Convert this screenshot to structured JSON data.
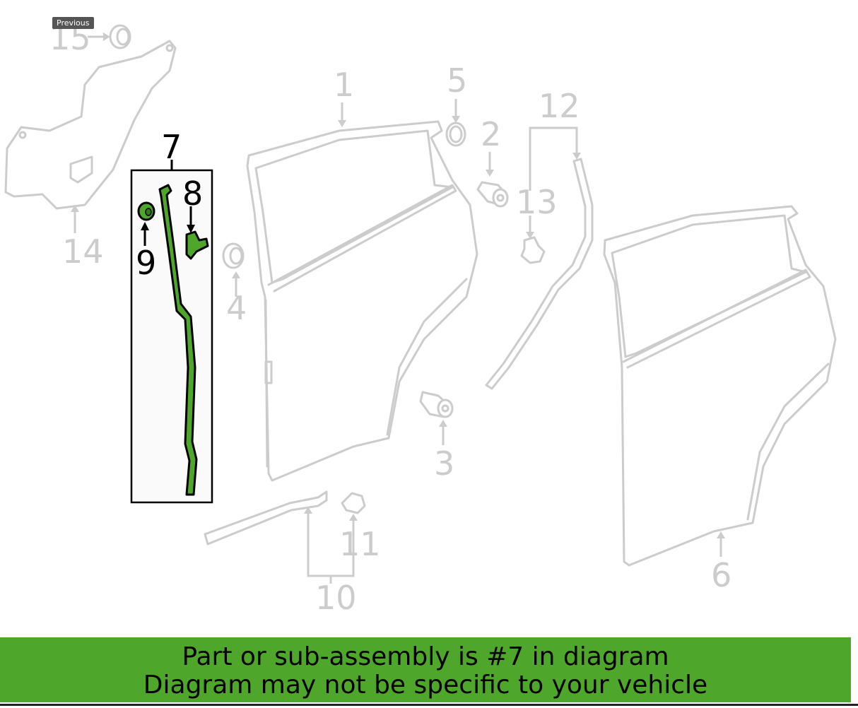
{
  "tooltip": {
    "label": "Previous"
  },
  "callouts": {
    "c1": "1",
    "c2": "2",
    "c3": "3",
    "c4": "4",
    "c5": "5",
    "c6": "6",
    "c7": "7",
    "c8": "8",
    "c9": "9",
    "c10": "10",
    "c11": "11",
    "c12": "12",
    "c13": "13",
    "c14": "14",
    "c15": "15"
  },
  "banner": {
    "line1": "Part or sub-assembly is #7 in diagram",
    "line2": "Diagram may not be specific to your vehicle"
  },
  "colors": {
    "highlight": "#4ea72a",
    "outline": "#cccccc",
    "active_text": "#000000"
  }
}
